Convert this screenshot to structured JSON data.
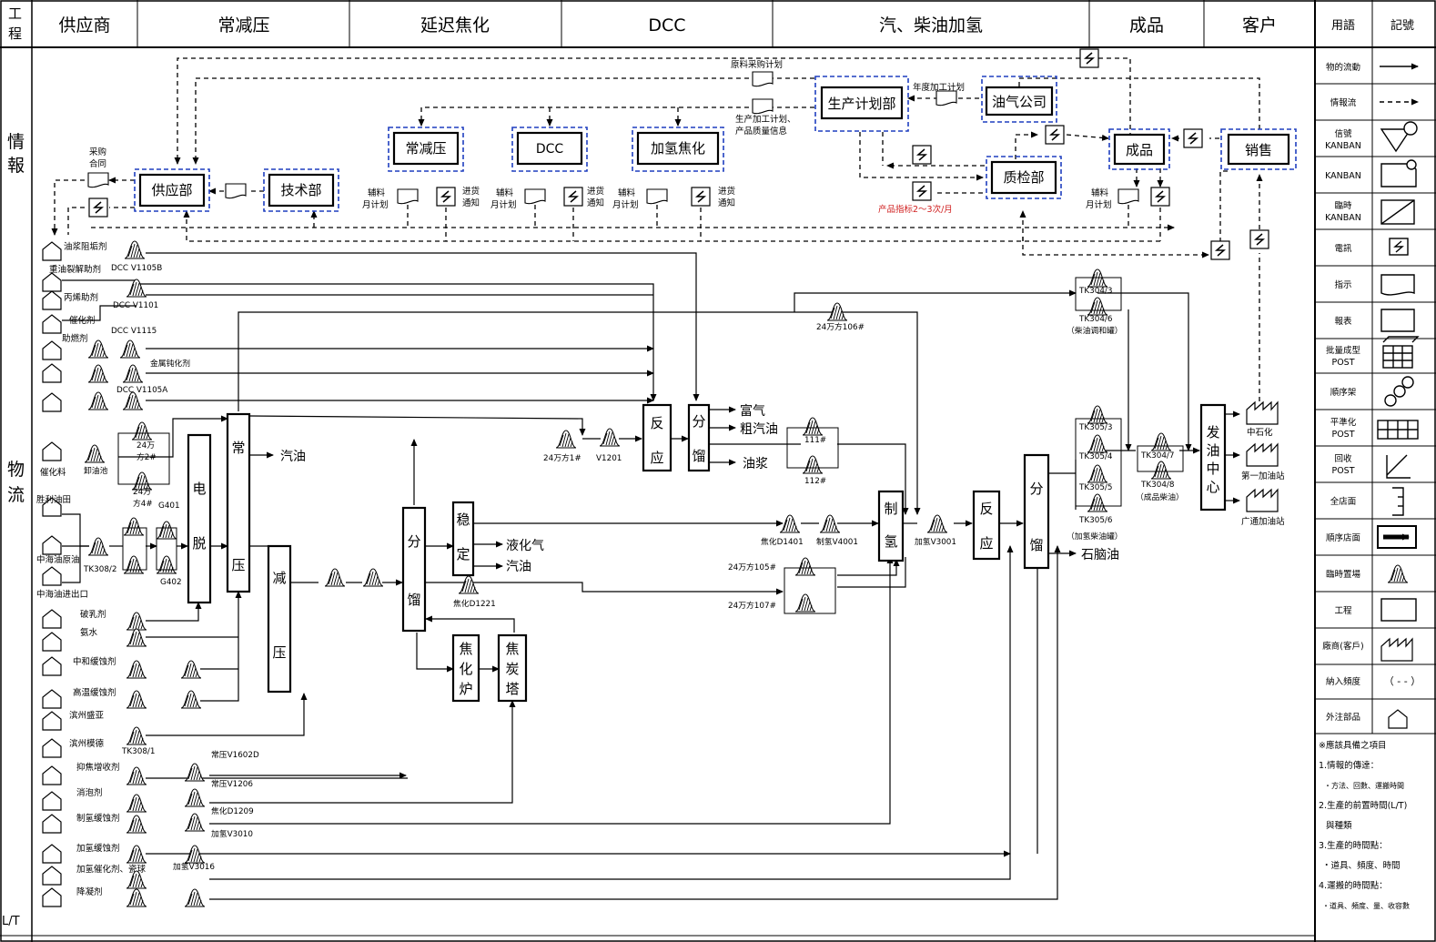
{
  "header": {
    "row_label": "工程",
    "columns": [
      "供应商",
      "常减压",
      "延迟焦化",
      "DCC",
      "汽、柴油加氢",
      "成品",
      "客户"
    ],
    "legend_terms": "用語",
    "legend_symbols": "記號"
  },
  "side": {
    "info": "情報",
    "material": "物流",
    "lt": "L/T"
  },
  "departments": {
    "plan": "生产计划部",
    "oil": "油气公司",
    "supply": "供应部",
    "tech": "技术部",
    "atm": "常减压",
    "dcc": "DCC",
    "hcoke": "加氢焦化",
    "qc": "质检部",
    "product": "成品",
    "sales": "销售"
  },
  "info_labels": {
    "purchase_plan": "原料采购计划",
    "annual_plan": "年度加工计划",
    "prod_plan_1": "生产加工计划、",
    "prod_plan_2": "产品质量信息",
    "purchase_contract_1": "采购",
    "purchase_contract_2": "合同",
    "aux_1": "辅料",
    "aux_2": "月计划",
    "notice_1": "进货",
    "notice_2": "通知",
    "product_spec": "产品指标2～3次/月"
  },
  "suppliers": [
    "油浆阻垢剂",
    "重油裂解助剂",
    "丙烯助剂",
    "催化剂",
    "助燃剂",
    "",
    "催化料",
    "胜利油田",
    "中海油原油",
    "中海油进出口",
    "破乳剂",
    "氨水",
    "中和缓蚀剂",
    "高温缓蚀剂",
    "滨州盛亚",
    "滨州模德",
    "抑焦增收剂",
    "消泡剂",
    "制氢缓蚀剂",
    "加氢缓蚀剂",
    "加氢催化剂、瓷球",
    "降凝剂"
  ],
  "stock_labels": {
    "dcc_v1105b": "DCC V1105B",
    "dcc_v1101": "DCC V1101",
    "dcc_v1115": "DCC V1115",
    "metal": "金属钝化剂",
    "dcc_v1105a": "DCC V1105A",
    "t24_2a": "24万",
    "t24_2b": "方2#",
    "unload": "卸油池",
    "t24_4a": "24万",
    "t24_4b": "方4#",
    "g401": "G401",
    "g402": "G402",
    "tk308_2": "TK308/2",
    "tk308_1": "TK308/1",
    "v1602d": "常压V1602D",
    "v1206": "常压V1206",
    "d1209": "焦化D1209",
    "v3010": "加氢V3010",
    "v3016": "加氢V3016",
    "t24_1": "24万方1#",
    "v1201": "V1201",
    "t24_106": "24万方106#",
    "t111": "111#",
    "t112": "112#",
    "d1401": "焦化D1401",
    "v4001": "制氢V4001",
    "t24_105": "24万方105#",
    "t24_107": "24万方107#",
    "v3001": "加氢V3001",
    "d1221": "焦化D1221",
    "tk304_3": "TK304/3",
    "tk304_6": "TK304/6",
    "tk304_6b": "（柴油调和罐）",
    "tk305_3": "TK305/3",
    "tk305_4": "TK305/4",
    "tk305_5": "TK305/5",
    "tk305_6": "TK305/6",
    "tk305_6b": "（加氢柴油罐）",
    "tk304_7": "TK304/7",
    "tk304_8": "TK304/8",
    "tk304_8b": "（成品柴油）"
  },
  "process_boxes": {
    "edesalt": [
      "电",
      "脱"
    ],
    "atm": [
      "常",
      "压"
    ],
    "vac": [
      "减",
      "压"
    ],
    "frac1": [
      "分",
      "馏"
    ],
    "stab": [
      "稳",
      "定"
    ],
    "furnace": [
      "焦",
      "化",
      "炉"
    ],
    "coketower": [
      "焦",
      "炭",
      "塔"
    ],
    "react1": [
      "反",
      "应"
    ],
    "frac2": [
      "分",
      "馏"
    ],
    "h2": [
      "制",
      "氢"
    ],
    "react2": [
      "反",
      "应"
    ],
    "frac3": [
      "分",
      "馏"
    ],
    "ship": [
      "发",
      "油",
      "中",
      "心"
    ]
  },
  "products": {
    "gasoline": "汽油",
    "lpg": "液化气",
    "gasoline2": "汽油",
    "drygas": "富气",
    "crude_gas": "粗汽油",
    "slurry": "油浆",
    "naphtha": "石脑油"
  },
  "customers": [
    "中石化",
    "第一加油站",
    "广通加油站"
  ],
  "legend": {
    "terms": [
      "物的流動",
      "情報流",
      "信號KANBAN",
      "KANBAN",
      "臨時KANBAN",
      "電訊",
      "指示",
      "報表",
      "批量成型POST",
      "順序架",
      "平準化POST",
      "回收POST",
      "全店面",
      "順序店面",
      "臨時置場",
      "工程",
      "廠商(客戶)",
      "納入頻度",
      "外注部品"
    ],
    "freq_symbol": "（ - - ）",
    "notes_title": "※應該具備之項目",
    "notes": [
      "1.情報的傳達：",
      "・方法、回數、運搬時間",
      "2.生產的前置時間(L/T)",
      "與種類",
      "3.生產的時間點：",
      "・道具、頻度、時間",
      "4.運搬的時間點：",
      "・道具、頻度、量、收容數"
    ]
  }
}
